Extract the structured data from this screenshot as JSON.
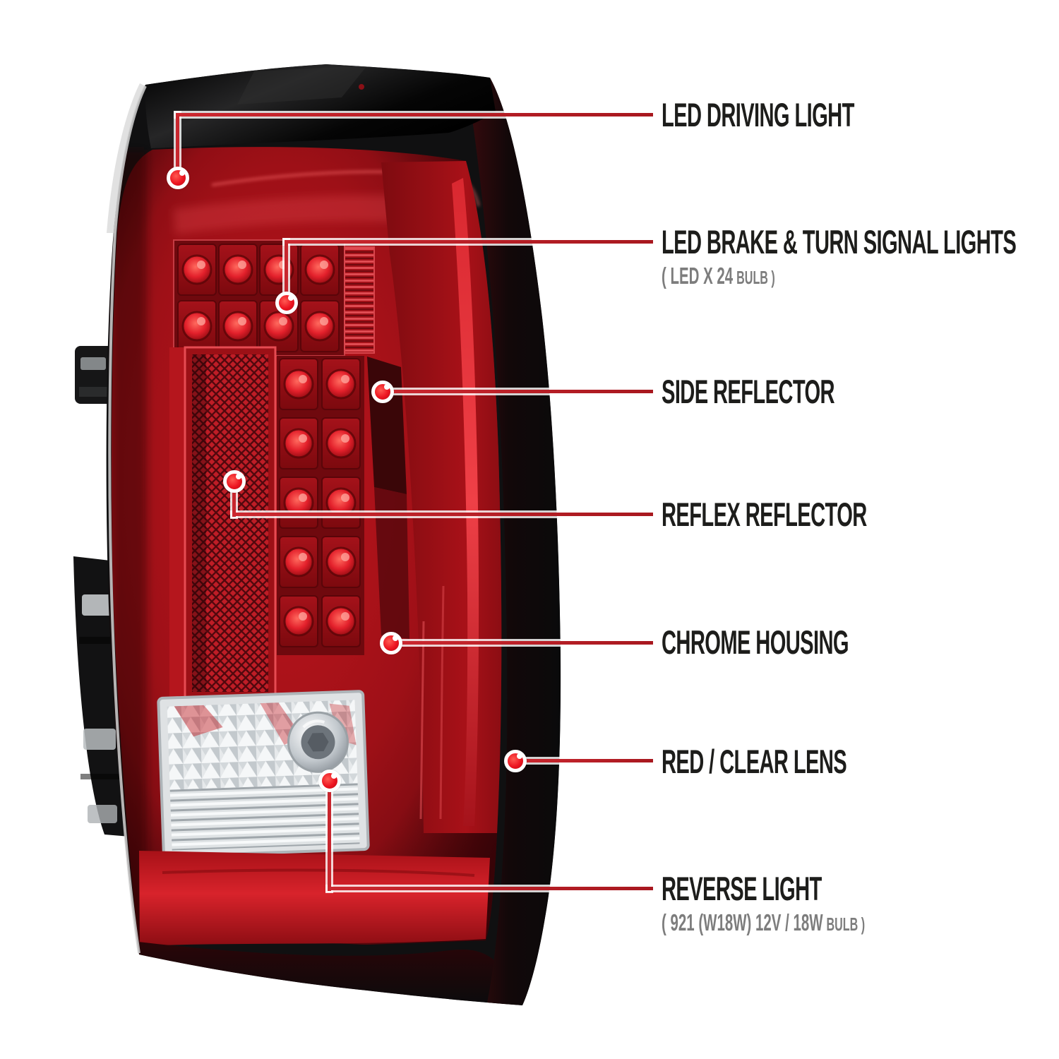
{
  "figure": {
    "subject": "vehicle-tail-light-rear-lamp",
    "background": "#ffffff"
  },
  "colors": {
    "callout_line_red": "#c8262e",
    "callout_dot_red": "#ec1420",
    "label_text": "#1d1d1b",
    "subtitle_text": "#7d7d7d",
    "lens_red": "#c0151d",
    "housing_black": "#101011"
  },
  "callouts": [
    {
      "id": "led-driving-light",
      "label": "LED DRIVING LIGHT"
    },
    {
      "id": "led-brake-turn-signal-lights",
      "label": "LED BRAKE & TURN SIGNAL LIGHTS",
      "sub": {
        "main": "( LED X 24",
        "small": "BULB )"
      }
    },
    {
      "id": "side-reflector",
      "label": "SIDE REFLECTOR"
    },
    {
      "id": "reflex-reflector",
      "label": "REFLEX REFLECTOR"
    },
    {
      "id": "chrome-housing",
      "label": "CHROME HOUSING"
    },
    {
      "id": "red-clear-lens",
      "label": "RED / CLEAR LENS"
    },
    {
      "id": "reverse-light",
      "label": "REVERSE LIGHT",
      "sub": {
        "main": "( 921 (W18W)  12V / 18W",
        "small": "BULB )"
      }
    }
  ]
}
